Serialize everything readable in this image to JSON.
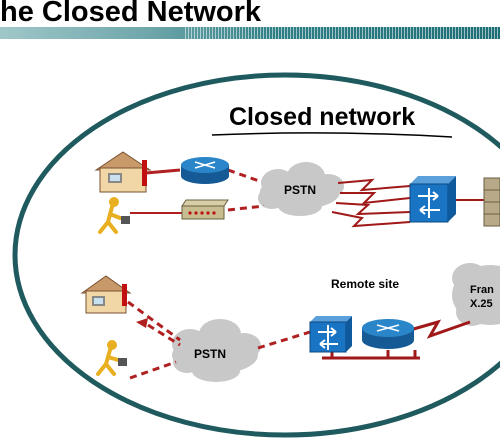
{
  "slide": {
    "title": "he Closed Network"
  },
  "diagram": {
    "region_label": "Closed network",
    "remote_site_label": "Remote site",
    "clouds": [
      {
        "id": "pstn-top",
        "label": "PSTN"
      },
      {
        "id": "pstn-bottom",
        "label": "PSTN"
      },
      {
        "id": "frame-relay",
        "label_line1": "Fran",
        "label_line2": "X.25"
      }
    ],
    "icons": [
      "home-office-icon",
      "router-icon",
      "mobile-user-icon",
      "modem-icon",
      "access-switch-icon",
      "server-rack-icon",
      "remote-switch-icon",
      "remote-router-icon"
    ],
    "colors": {
      "ellipse_border": "#1e5a5e",
      "cloud_fill": "#c8c8c8",
      "router_blue": "#1f73b7",
      "switch_blue": "#1a74c4",
      "link_dashed": "#b02020",
      "wan_link": "#a01818",
      "title_bar": "#2f7f86"
    }
  }
}
